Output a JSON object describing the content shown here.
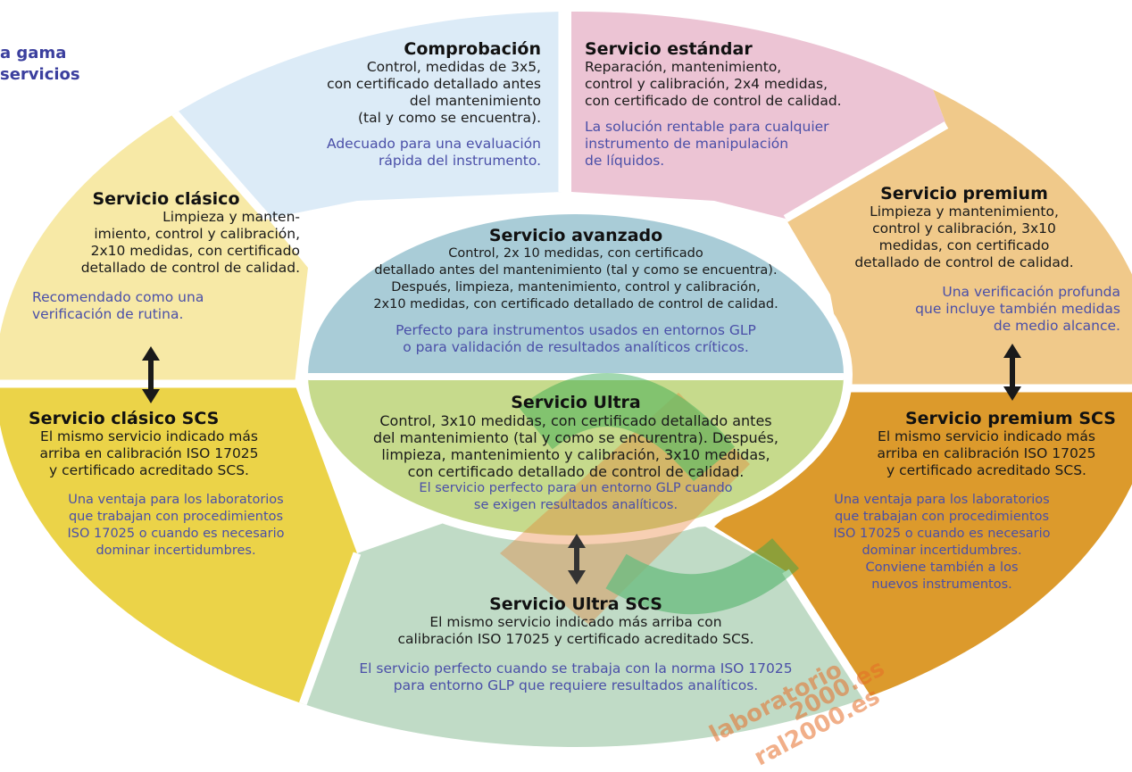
{
  "heading": "a gama\nservicios",
  "segments": {
    "comprobacion": {
      "title": "Comprobación",
      "body": "Control, medidas de 3x5,\ncon certificado detallado antes\ndel mantenimiento\n(tal y como se encuentra).",
      "note": "Adecuado para una evaluación\nrápida del instrumento."
    },
    "estandar": {
      "title": "Servicio estándar",
      "body": "Reparación, mantenimiento,\ncontrol y calibración, 2x4 medidas,\ncon certificado de control de calidad.",
      "note": "La solución rentable para cualquier\ninstrumento de manipulación\nde líquidos."
    },
    "clasico": {
      "title": "Servicio clásico",
      "body": "Limpieza y manten-\nimiento, control y calibración,\n2x10 medidas, con certificado\ndetallado de control de calidad.",
      "note": "Recomendado como una\nverificación de rutina."
    },
    "premium": {
      "title": "Servicio premium",
      "body": "Limpieza y mantenimiento,\ncontrol y calibración, 3x10\nmedidas, con certificado\ndetallado de control de calidad.",
      "note": "Una verificación profunda\nque incluye también medidas\nde medio alcance."
    },
    "avanzado": {
      "title": "Servicio avanzado",
      "body": "Control, 2x 10 medidas, con certificado\ndetallado antes del mantenimiento (tal y como se encuentra).\nDespués, limpieza, mantenimiento, control y calibración,\n2x10 medidas, con certificado detallado de control de calidad.",
      "note": "Perfecto para instrumentos usados en entornos GLP\no para validación de resultados analíticos críticos."
    },
    "ultra": {
      "title": "Servicio Ultra",
      "body": "Control, 3x10 medidas, con certificado detallado antes\ndel mantenimiento (tal y como se encurentra). Después,\nlimpieza, mantenimiento y calibración, 3x10 medidas,\ncon certificado detallado de control de calidad.",
      "note": "El servicio perfecto para un entorno GLP cuando\nse exigen resultados analíticos."
    },
    "clasico_scs": {
      "title": "Servicio clásico SCS",
      "body": "El mismo servicio indicado más\narriba en calibración ISO 17025\ny certificado acreditado SCS.",
      "note": "Una ventaja para los laboratorios\nque trabajan con procedimientos\nISO 17025 o cuando es necesario\ndominar incertidumbres."
    },
    "premium_scs": {
      "title": "Servicio premium SCS",
      "body": "El mismo servicio indicado más\narriba en calibración ISO 17025\ny certificado acreditado SCS.",
      "note": "Una ventaja para los laboratorios\nque trabajan con procedimientos\nISO 17025 o cuando es necesario\ndominar incertidumbres.\nConviene también a los\nnuevos instrumentos."
    },
    "ultra_scs": {
      "title": "Servicio Ultra SCS",
      "body": "El mismo servicio indicado más arriba con\ncalibración ISO 17025 y certificado acreditado SCS.",
      "note": "El servicio perfecto cuando se trabaja con la norma ISO 17025\npara entorno GLP que requiere resultados analíticos."
    }
  },
  "watermark": {
    "text1": "laboratorio",
    "text2": "ral2000.es",
    "text3": "2000.es"
  },
  "colors": {
    "comprobacion": "#dcebf7",
    "estandar": "#ecc4d4",
    "clasico": "#f7e9a6",
    "premium": "#f0c98a",
    "avanzado": "#a9ccd7",
    "ultra": "#c6da8c",
    "clasico_scs": "#ebd348",
    "premium_scs": "#dc9a2c",
    "ultra_scs": "#c0dbc6",
    "heading": "#3b3f9e",
    "note": "#4a4fa8",
    "watermark": "#e8782a"
  }
}
